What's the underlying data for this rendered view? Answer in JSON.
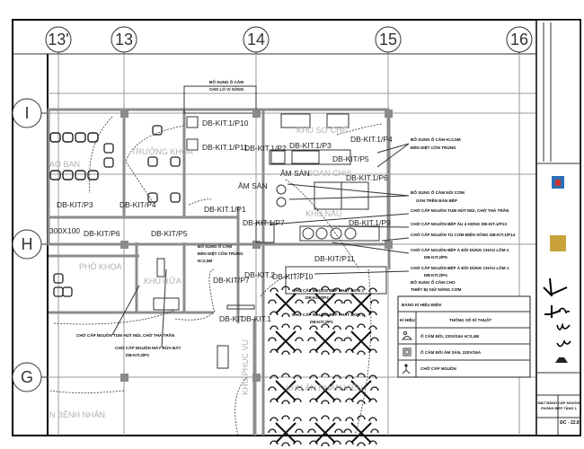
{
  "grid_bubbles": {
    "columns": [
      "13'",
      "13",
      "14",
      "15",
      "16"
    ],
    "rows": [
      "I",
      "H",
      "G"
    ]
  },
  "circuit_labels": {
    "kit1_p10": "DB-KIT.1/P10",
    "kit1_p11": "DB-KIT.1/P11",
    "kit1_p1": "DB-KIT.1/P1",
    "kit_p3": "DB-KIT/P3",
    "kit_p4": "DB-KIT/P4",
    "kit_p6": "DB-KIT/P6",
    "kit_p5": "DB-KIT/P5",
    "kit1_p2": "DB-KIT.1/P2",
    "kit1_p3": "DB-KIT.1/P3",
    "kit1_p4": "DB-KIT.1/P4",
    "kit_p5b": "DB-KIT/P5",
    "kit1_p6": "DB-KIT.1/P6",
    "kit1_p7": "DB-KIT.1/P7",
    "kit1_p9": "DB-KIT.1/P9",
    "kit_p11": "DB-KIT/P11",
    "kit_p7": "DB-KIT/P7",
    "kit2": "DB-KIT.2",
    "kit_p10": "DB-KIT/P10",
    "kit": "DB-KIT",
    "kit1": "DB-KIT.1"
  },
  "rooms": {
    "truong_khoa": "TRƯỞNG KHOA",
    "giao_ban": "ẠO BAN",
    "khu_so_che": "KHU SƠ CHẾ",
    "am_san": "ÂM SÀN",
    "am_san_2": "ÂM SÀN",
    "soan_chia": "SOẠN CHIA",
    "khu_nau": "KHU NẤU",
    "pho_khoa": "PHÓ KHOA",
    "khu_rua": "KHU RỬA",
    "khu_phuc_vu": "KHU PHỤC VỤ",
    "khu_an_nhan_vien": "KHU ĂN NHÂN VIÊN",
    "benh_nhan": "N BỆNH NHÂN",
    "size": "300X100"
  },
  "notes": {
    "microwave": [
      "BỔ SUNG Ổ CẮM",
      "CHO LÒ VI SÓNG"
    ],
    "insect_lamp_right": [
      "BỔ SUNG Ổ CẮM  H=2,5M",
      "ĐÈN DIỆT CÔN TRÙNG"
    ],
    "rice_cooker": [
      "BỔ SUNG Ổ CẮM NỒI CƠM",
      "GẮN TRÊN BÀN BẾP"
    ],
    "hood": "CHỜ CẤP NGUỒN TUM HÚT MÙI, CHỜ THẢ TRẦN",
    "stove_4": "CHỜ CẤP NGUỒN BẾP ÂU 4 HỌNG   DB-KIT.1/P13",
    "rice_cabinet": "CHỜ CẤP NGUỒN TỦ CƠM ĐIỆN SÓNG   DB-KIT.1/P14",
    "wok_2": [
      "CHỜ CẤP NGUỒN BẾP Á ĐÔI DÙNG CHẢO LÕM 2",
      "DB-KIT.2/P5"
    ],
    "wok_1": [
      "CHỜ CẤP NGUỒN BẾP Á ĐÔI DÙNG CHẢO LÕM 1",
      "DB-KIT.2/P4"
    ],
    "warmer": [
      "BỔ SUNG Ổ CẮM CHO",
      "THIẾT BỊ GIỮ NÓNG CƠM"
    ],
    "insect_lamp_left": [
      "BỔ SUNG Ổ CẮM",
      "ĐÈN DIỆT CÔN TRÙNG",
      "H=2,5M"
    ],
    "hood_left": "CHỜ CẤP NGUỒN TUM HÚT MÙI, CHỜ THẢ TRẦN",
    "dishwasher": [
      "CHỜ CẤP NGUỒN MÁY RỬA BÁT",
      "DB-KIT.2/P3"
    ],
    "single_stove_2": [
      "CHỜ CẤP NGUỒN BẾP PHÁT ĐƠN 2",
      "DB-KIT.2/P2"
    ],
    "single_stove_1": [
      "CHỜ CẤP NGUỒN BẾP PHÁT ĐƠN 1",
      "DB-KIT.2/P1"
    ]
  },
  "legend": {
    "title": "BẢNG KÍ HIỆU ĐIỆN",
    "col_symbol": "KÍ HIỆU",
    "col_spec": "THÔNG SỐ KĨ THUẬT",
    "rows": [
      {
        "icon": "double-socket-icon",
        "spec": "Ổ CẮM ĐÔI, 220V/16A H=0,4M"
      },
      {
        "icon": "floor-socket-icon",
        "spec": "Ổ CẮM ĐÔI ÂM SÀN, 220V/16A"
      },
      {
        "icon": "power-supply-point-icon",
        "spec": "CHỜ CẤP NGUỒN"
      }
    ]
  },
  "title_block": {
    "drawing_title": [
      "MẶT BẰNG CẤP NGUỒN",
      "PHÒNG BẾP TẦNG 1"
    ],
    "drawing_number": "ĐC - 22.8"
  },
  "colors": {
    "line": "#333333",
    "grid": "#9a9a9a",
    "column": "#8a8a8a"
  }
}
